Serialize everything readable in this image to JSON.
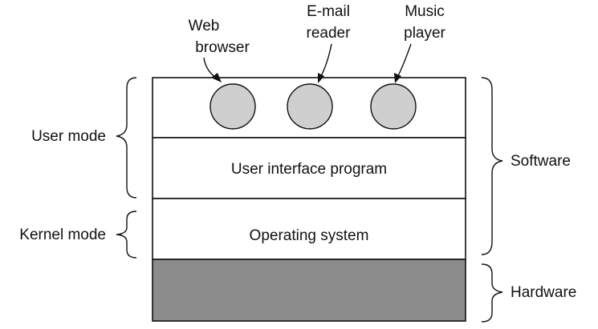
{
  "layers": {
    "applications": [
      "Web browser",
      "E-mail reader",
      "Music player"
    ],
    "user_interface": "User interface program",
    "operating_system": "Operating system"
  },
  "app_labels": {
    "web_browser": [
      "Web",
      "browser"
    ],
    "email_reader": [
      "E-mail",
      "reader"
    ],
    "music_player": [
      "Music",
      "player"
    ]
  },
  "left_braces": {
    "user_mode": "User mode",
    "kernel_mode": "Kernel mode"
  },
  "right_braces": {
    "software": "Software",
    "hardware": "Hardware"
  },
  "colors": {
    "hardware_fill": "#8c8c8c",
    "app_circle_fill": "#cfcfcf",
    "line": "#111111"
  }
}
